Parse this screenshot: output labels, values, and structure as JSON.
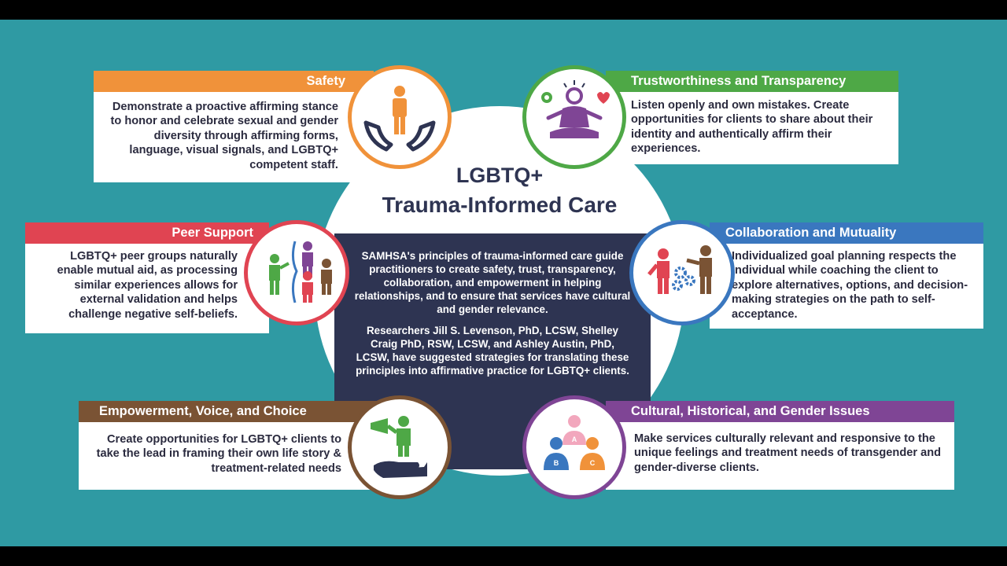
{
  "center": {
    "title_line1": "LGBTQ+",
    "title_line2": "Trauma-Informed Care",
    "paragraph1": "SAMHSA's principles of trauma-informed care guide practitioners to create safety, trust, transparency, collaboration, and empowerment in helping relationships, and to ensure that services have cultural and gender relevance.",
    "paragraph2": "Researchers Jill S. Levenson, PhD, LCSW, Shelley Craig PhD, RSW, LCSW, and Ashley Austin, PhD, LCSW, have suggested strategies for translating these principles into affirmative practice for LGBTQ+ clients."
  },
  "principles": {
    "safety": {
      "heading": "Safety",
      "color": "#f0923a",
      "icon": "hands-holding-person-icon",
      "text": "Demonstrate a proactive affirming stance to honor and celebrate sexual and gender diversity through affirming forms, language, visual signals, and LGBTQ+ competent staff."
    },
    "trust": {
      "heading": "Trustworthiness and Transparency",
      "color": "#4ea846",
      "icon": "meditating-person-icon",
      "text": "Listen openly and own mistakes. Create opportunities for clients to share about their identity and authentically affirm their experiences."
    },
    "peer": {
      "heading": "Peer Support",
      "color": "#e04452",
      "icon": "peer-group-icon",
      "text": "LGBTQ+ peer groups naturally enable mutual aid, as processing similar experiences allows for external validation and helps challenge negative self-beliefs."
    },
    "collab": {
      "heading": "Collaboration and Mutuality",
      "color": "#3a77bf",
      "icon": "two-people-gears-icon",
      "text": "Individualized goal planning respects the individual while coaching the client to explore alternatives, options, and decision-making strategies on the path to self-acceptance."
    },
    "empower": {
      "heading": "Empowerment, Voice, and Choice",
      "color": "#7a5334",
      "icon": "megaphone-person-hand-icon",
      "text": "Create opportunities for LGBTQ+ clients to take the lead in framing their own life story & treatment-related needs"
    },
    "cultural": {
      "heading": "Cultural, Historical, and Gender Issues",
      "color": "#7f4595",
      "icon": "three-people-abc-icon",
      "text": "Make services culturally relevant and responsive to the unique feelings and treatment needs of transgender and gender-diverse clients.",
      "badges": [
        "A",
        "B",
        "C"
      ]
    }
  }
}
